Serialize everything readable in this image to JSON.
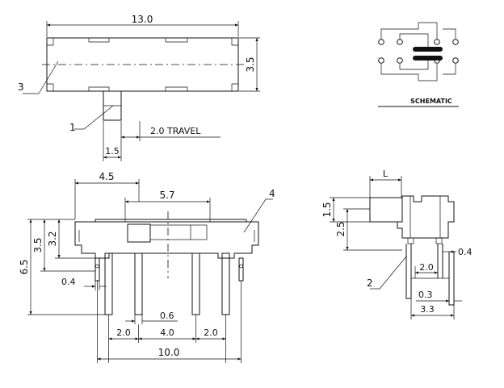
{
  "top_view": {
    "width_dim": "13.0",
    "height_dim": "3.5",
    "actuator_width": "1.5",
    "travel": "2.0 TRAVEL",
    "callout_housing": "3",
    "callout_actuator": "1"
  },
  "schematic": {
    "label": "SCHEMATIC"
  },
  "front_view": {
    "dim_4_5": "4.5",
    "dim_5_7": "5.7",
    "dim_6_5": "6.5",
    "dim_3_5": "3.5",
    "dim_3_2": "3.2",
    "dim_0_4": "0.4",
    "dim_0_6": "0.6",
    "pitch_left": "2.0",
    "pitch_center": "4.0",
    "pitch_right": "2.0",
    "overall": "10.0",
    "callout_cover": "4"
  },
  "side_view": {
    "dim_L": "L",
    "dim_1_5": "1.5",
    "dim_2_5": "2.5",
    "dim_0_4": "0.4",
    "dim_2_0": "2.0",
    "dim_0_3": "0.3",
    "dim_3_3": "3.3",
    "callout_terminal": "2"
  }
}
